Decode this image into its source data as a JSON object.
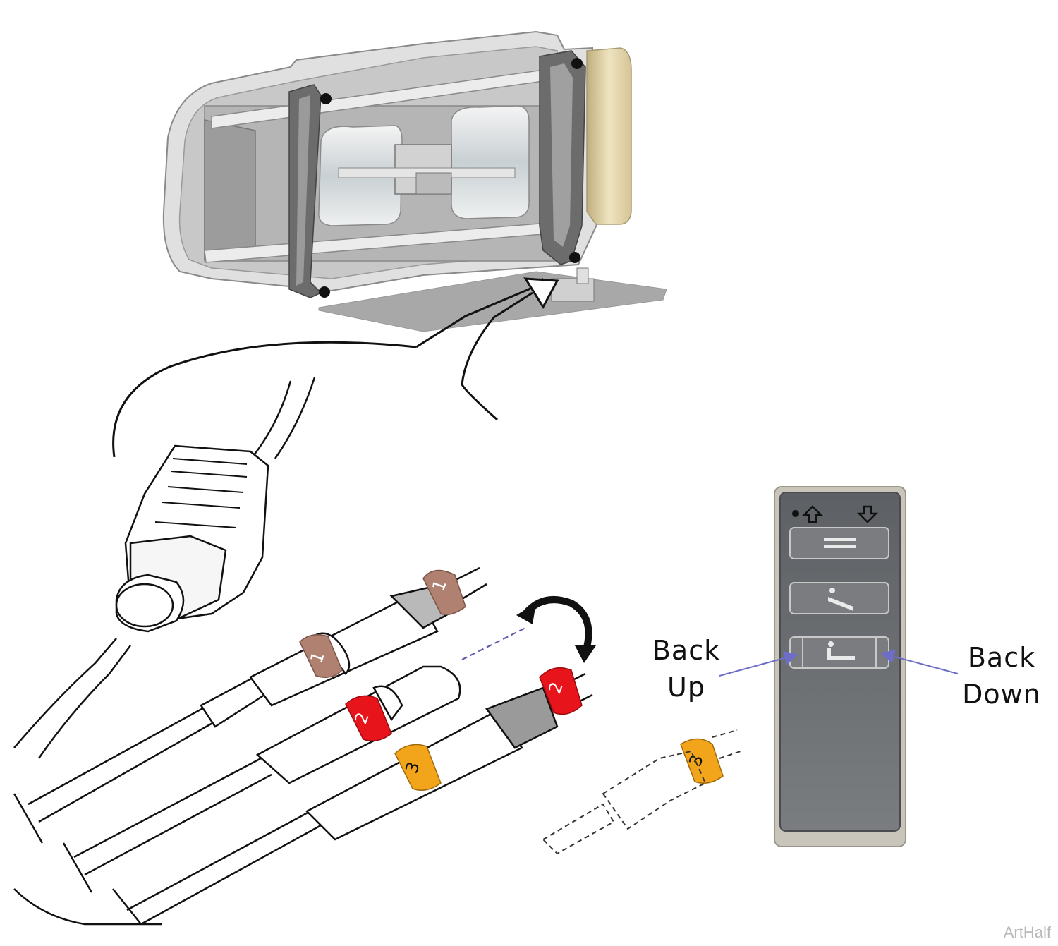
{
  "callouts": {
    "back_up": {
      "line1": "Back",
      "line2": "Up"
    },
    "back_down": {
      "line1": "Back",
      "line2": "Down"
    }
  },
  "cable_markers": {
    "marker_1": "1",
    "marker_2": "2",
    "marker_3": "3"
  },
  "watermark": "ArtHalf",
  "colors": {
    "marker_1": "#b08070",
    "marker_2": "#e8141c",
    "marker_3": "#f2a51a",
    "pendant_body": "#6a6c70",
    "pendant_frame": "#c9c5ba",
    "callout_arrow": "#7070c8",
    "frame_gray": "#d9d9d9",
    "cushion_tan": "#d8c8a0"
  },
  "icons": [
    "up-arrow-icon",
    "down-arrow-icon",
    "flat-bed-icon",
    "trendelenburg-icon",
    "back-recline-icon",
    "rotate-arrow-icon"
  ]
}
